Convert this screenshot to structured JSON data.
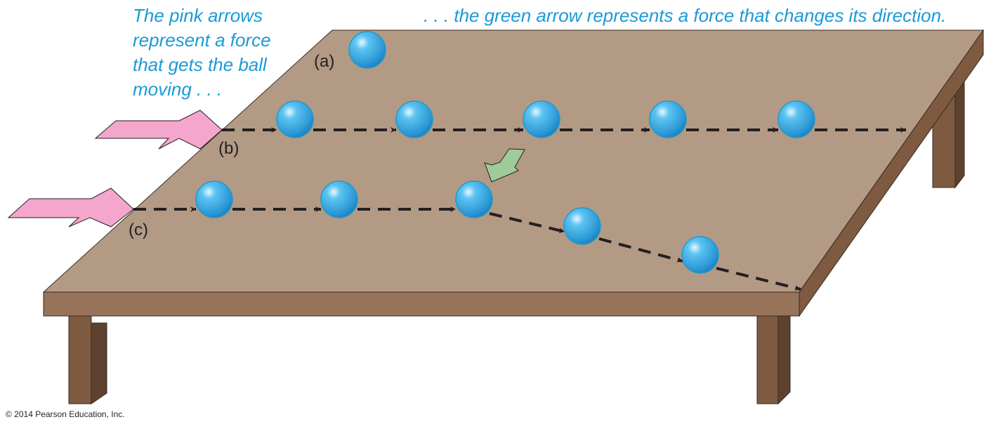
{
  "captions": {
    "pink": [
      "The pink arrows",
      "represent a force",
      "that gets the ball",
      "moving . . ."
    ],
    "green": ". . . the green arrow represents a force that changes its direction."
  },
  "labels": {
    "a": "(a)",
    "b": "(b)",
    "c": "(c)"
  },
  "copyright": "© 2014 Pearson Education, Inc.",
  "colors": {
    "table_top": "#b39a85",
    "table_edge": "#97735a",
    "legs": "#7d5a40",
    "ball": "#3fb0e6",
    "pink": "#f4a6cc",
    "green": "#9fcb98",
    "caption": "#1a9ad6"
  }
}
